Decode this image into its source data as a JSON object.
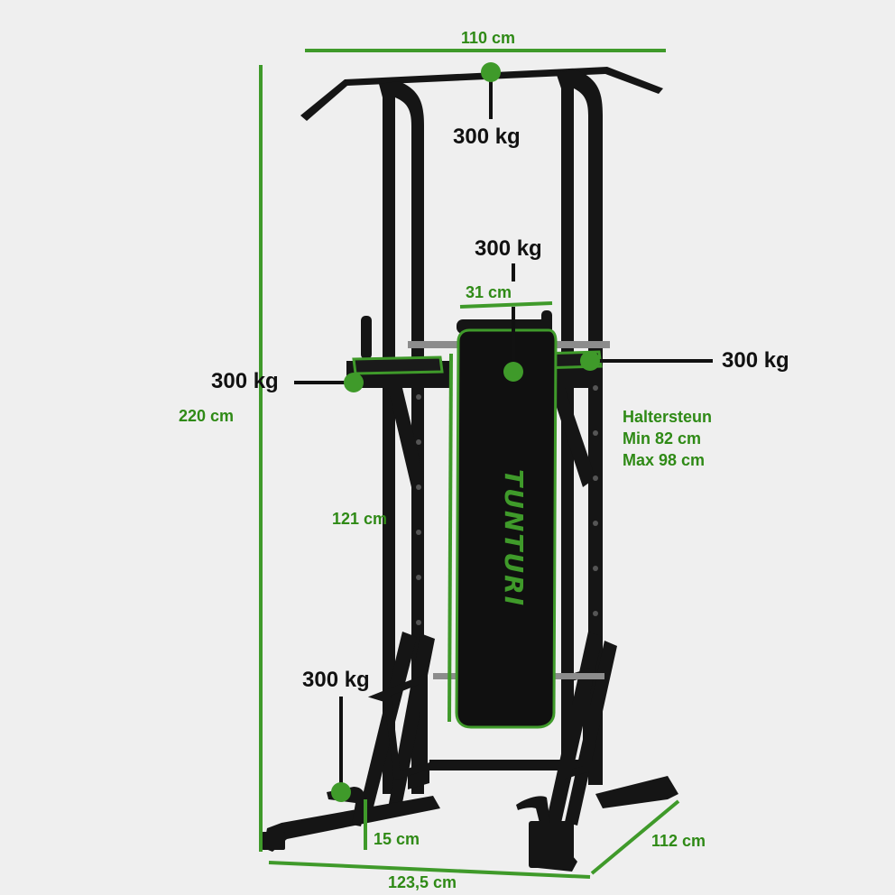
{
  "brand": "TUNTURI",
  "colors": {
    "background": "#efefef",
    "accent": "#3f9a2a",
    "frame": "#151515",
    "text": "#111111"
  },
  "dimensions": {
    "width_top": "110 cm",
    "height_total": "220 cm",
    "bench_height": "121 cm",
    "bench_width": "31 cm",
    "foot_height": "15 cm",
    "base_width": "123,5 cm",
    "base_depth": "112 cm"
  },
  "loads": {
    "pullup_bar": "300 kg",
    "backrest": "300 kg",
    "dip_handle_left": "300 kg",
    "dip_handle_right": "300 kg",
    "foot_holder": "300 kg"
  },
  "handles_note": {
    "title": "Haltersteun",
    "min": "Min 82 cm",
    "max": "Max 98 cm"
  }
}
